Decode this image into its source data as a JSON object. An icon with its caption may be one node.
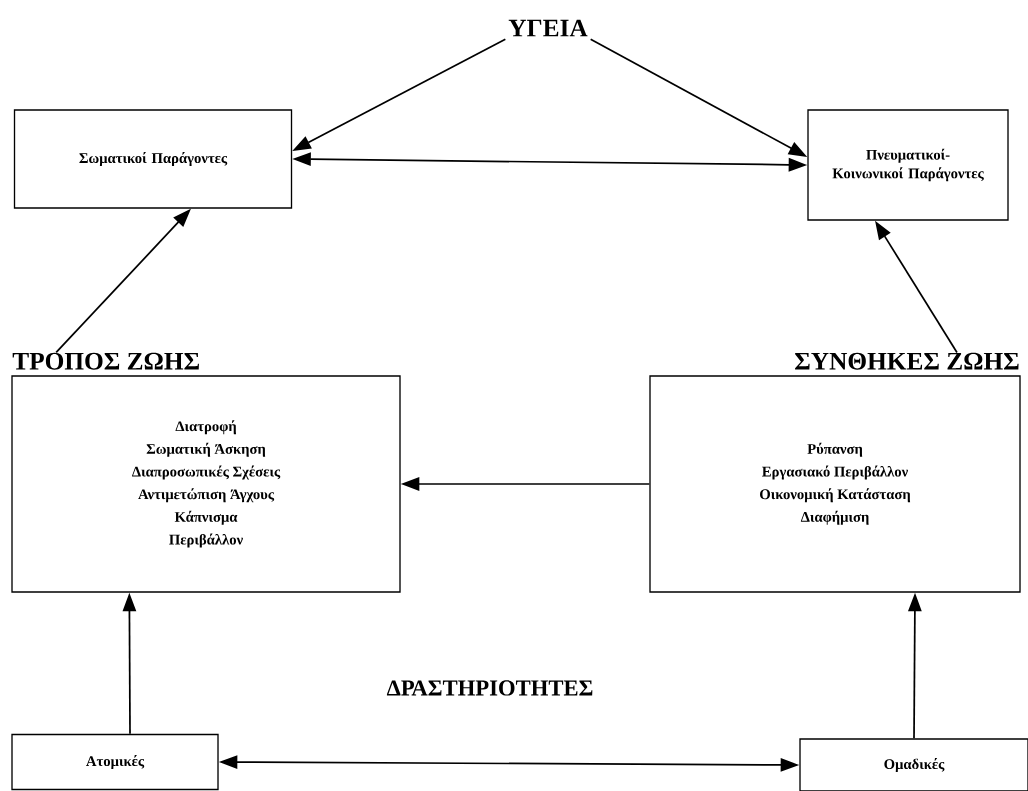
{
  "diagram": {
    "nodes": [
      {
        "text": [
          "ΥΓΕΙΑ"
        ]
      },
      {
        "text": [
          "Σωματικοί Παράγοντες"
        ]
      },
      {
        "text": [
          "Πνευματικοί- Κοινωνικοί Παράγοντες"
        ]
      },
      {
        "text": [
          "ΤΡΟΠΟΣ ΖΩΗΣ",
          "Διατροφή",
          "Σωματική Άσκηση",
          "Διαπροσωπικές Σχέσεις",
          "Αντιμετώπιση Άγχους",
          "Κάπνισμα",
          "Περιβάλλον"
        ]
      },
      {
        "text": [
          "ΣΥΝΘΗΚΕΣ ΖΩΗΣ",
          "Ρύπανση",
          "Εργασιακό Περιβάλλον",
          "Οικονομική Κατάσταση",
          "Διαφήμιση"
        ]
      },
      {
        "text": [
          "Ατομικές"
        ]
      },
      {
        "text": [
          "Ομαδικές"
        ]
      }
    ],
    "edges": [
      {
        "from": 0,
        "to": 1,
        "arrow": "to"
      },
      {
        "from": 0,
        "to": 2,
        "arrow": "to"
      },
      {
        "from": 1,
        "to": 2,
        "arrow": "both"
      },
      {
        "from": 3,
        "to": 1,
        "arrow": "to"
      },
      {
        "from": 4,
        "to": 2,
        "arrow": "to"
      },
      {
        "from": 4,
        "to": 3,
        "arrow": "to"
      },
      {
        "from": 5,
        "to": 3,
        "arrow": "to"
      },
      {
        "from": 6,
        "to": 4,
        "arrow": "to"
      },
      {
        "from": 5,
        "to": 6,
        "arrow": "both"
      }
    ],
    "labels": [
      "ΔΡΑΣΤΗΡΙΟΤΗΤΕΣ"
    ]
  }
}
